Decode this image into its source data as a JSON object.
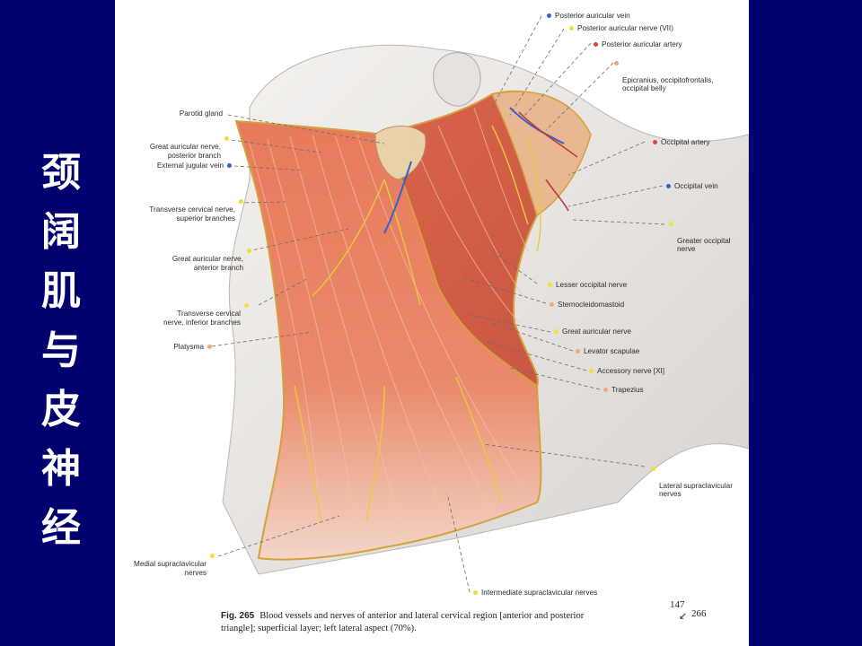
{
  "side_title": [
    "颈",
    "阔",
    "肌",
    "与",
    "皮",
    "神",
    "经"
  ],
  "colors": {
    "background": "#00006e",
    "vein": "#3a5fcd",
    "nerve": "#f2df3a",
    "artery": "#d9453e",
    "muscle": "#f0a878"
  },
  "labels_right": [
    {
      "text": "Posterior auricular vein",
      "color": "#3a5fcd"
    },
    {
      "text": "Posterior auricular nerve (VII)",
      "color": "#f2df3a"
    },
    {
      "text": "Posterior auricular artery",
      "color": "#d9453e"
    },
    {
      "text": "Epicranius, occipitofrontalis,\noccipital belly",
      "color": "#f0a878"
    },
    {
      "text": "Occipital artery",
      "color": "#d9453e"
    },
    {
      "text": "Occipital vein",
      "color": "#3a5fcd"
    },
    {
      "text": "Greater occipital\nnerve",
      "color": "#f2df3a"
    },
    {
      "text": "Lesser occipital nerve",
      "color": "#f2df3a"
    },
    {
      "text": "Sternocleidomastoid",
      "color": "#f0a878"
    },
    {
      "text": "Great auricular nerve",
      "color": "#f2df3a"
    },
    {
      "text": "Levator scapulae",
      "color": "#f0a878"
    },
    {
      "text": "Accessory nerve [XI]",
      "color": "#f2df3a"
    },
    {
      "text": "Trapezius",
      "color": "#f0a878"
    },
    {
      "text": "Lateral supraclavicular\nnerves",
      "color": "#f2df3a"
    },
    {
      "text": "Intermediate supraclavicular nerves",
      "color": "#f2df3a"
    }
  ],
  "labels_left": [
    {
      "text": "Parotid gland",
      "color": ""
    },
    {
      "text": "Great auricular nerve,\nposterior branch",
      "color": "#f2df3a"
    },
    {
      "text": "External jugular vein",
      "color": "#3a5fcd"
    },
    {
      "text": "Transverse cervical nerve,\nsuperior branches",
      "color": "#f2df3a"
    },
    {
      "text": "Great auricular nerve,\nanterior branch",
      "color": "#f2df3a"
    },
    {
      "text": "Transverse cervical\nnerve, inferior branches",
      "color": "#f2df3a"
    },
    {
      "text": "Platysma",
      "color": "#f0a878"
    },
    {
      "text": "Medial supraclavicular\nnerves",
      "color": "#f2df3a"
    }
  ],
  "caption": {
    "fig": "Fig. 265",
    "text": "Blood vessels and nerves of anterior and lateral cervical region [anterior and posterior triangle]; superficial layer; left lateral aspect (70%)."
  },
  "page_refs": {
    "top": "147",
    "right": "266"
  }
}
